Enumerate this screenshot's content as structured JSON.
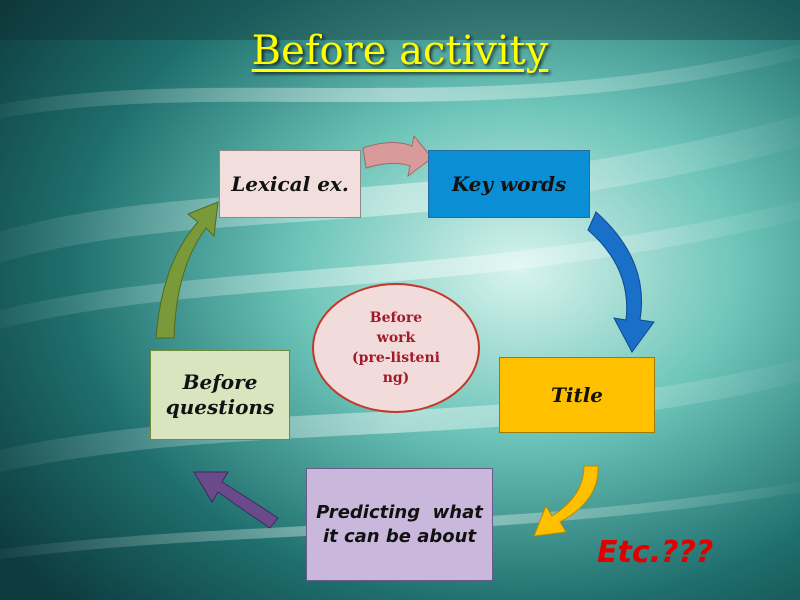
{
  "slide": {
    "title": "Before activity",
    "center": {
      "line1": "Before",
      "line2": "work",
      "line3": "(pre-listeni",
      "line4": "ng)"
    },
    "etc": "Etc.???"
  },
  "diagram": {
    "nodes": [
      {
        "id": "lexical",
        "label": "Lexical ex."
      },
      {
        "id": "keywords",
        "label": "Key words"
      },
      {
        "id": "title",
        "label": "Title"
      },
      {
        "id": "predicting",
        "label_line1": "Predicting  what",
        "label_line2": "it can be about"
      },
      {
        "id": "before-questions",
        "label_line1": "Before",
        "label_line2": "questions"
      }
    ],
    "arrows": [
      {
        "from": "lexical",
        "to": "keywords",
        "color": "#d89a9a"
      },
      {
        "from": "keywords",
        "to": "title",
        "color": "#1a6fc8"
      },
      {
        "from": "title",
        "to": "predicting",
        "color": "#ffc000"
      },
      {
        "from": "predicting",
        "to": "before-questions",
        "color": "#6a4a8a"
      },
      {
        "from": "before-questions",
        "to": "lexical",
        "color": "#7a9a3a"
      }
    ]
  },
  "colors": {
    "title": "#ffff00",
    "etc": "#e00000",
    "background": "#1f7070"
  }
}
